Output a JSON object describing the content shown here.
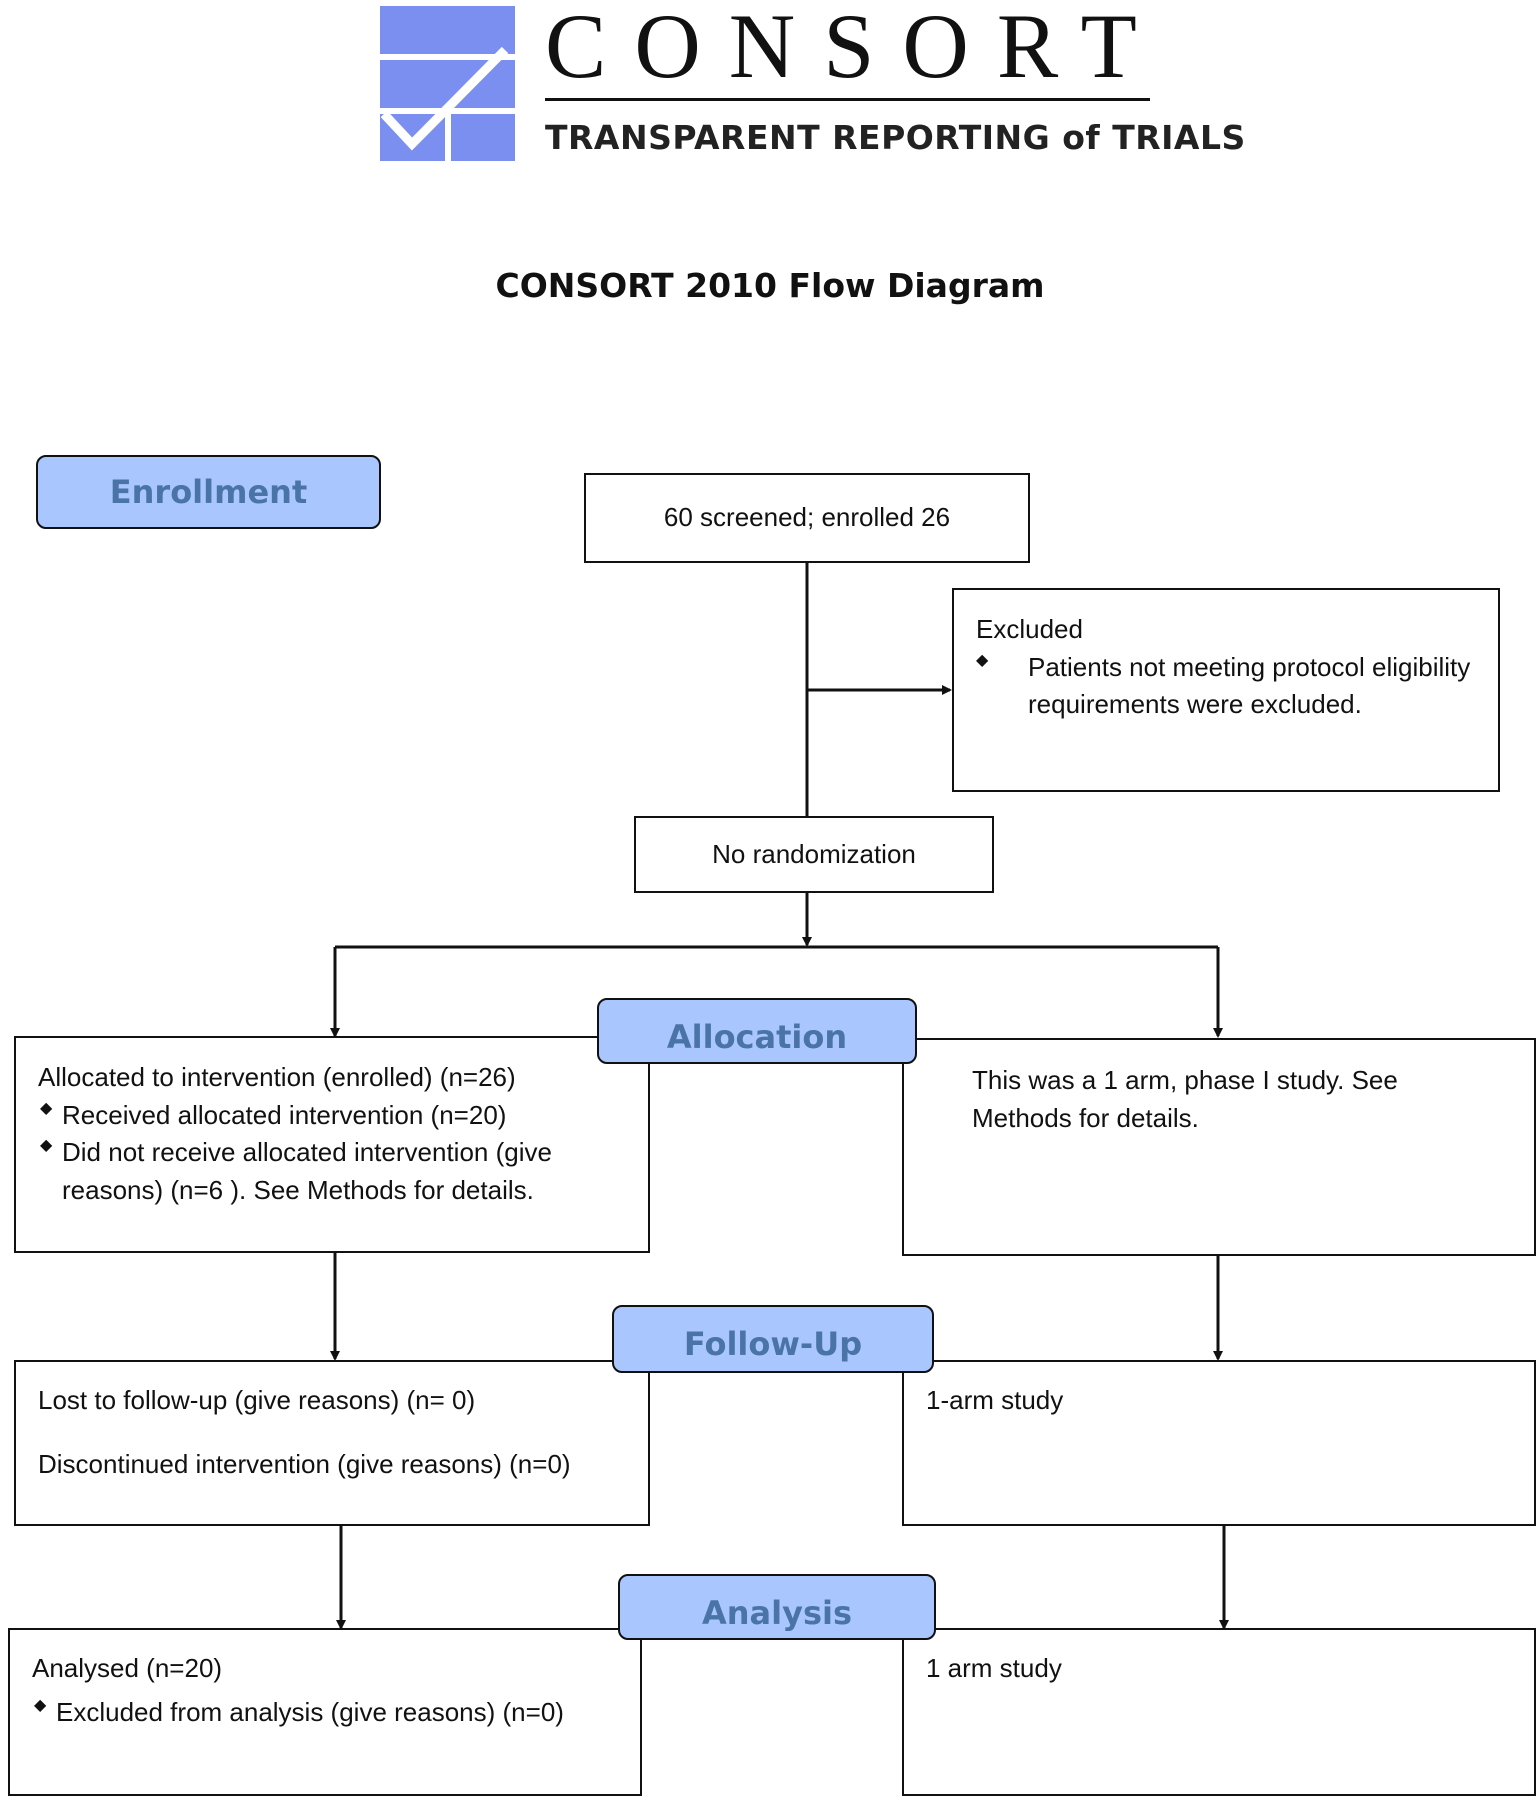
{
  "header": {
    "logo_word": "CONSORT",
    "logo_tagline": "TRANSPARENT REPORTING of TRIALS",
    "title": "CONSORT 2010 Flow Diagram"
  },
  "colors": {
    "stage_fill": "#a9c6ff",
    "stage_text": "#4a74a8",
    "logo_blue": "#7b8ff0",
    "line": "#111111"
  },
  "stages": {
    "enrollment": "Enrollment",
    "allocation": "Allocation",
    "followup": "Follow-Up",
    "analysis": "Analysis"
  },
  "enrollment": {
    "screened": "60 screened; enrolled 26",
    "excluded_title": "Excluded",
    "excluded_reason": "Patients not meeting protocol eligibility requirements were excluded.",
    "randomization": "No randomization"
  },
  "allocation": {
    "left_title": "Allocated to intervention (enrolled) (n=26)",
    "left_items": [
      "Received allocated intervention (n=20)",
      "Did not receive allocated intervention (give reasons) (n=6 ). See Methods for details."
    ],
    "right_text": "This was a 1 arm, phase I study. See Methods for details."
  },
  "followup": {
    "left_lost": "Lost to follow-up (give reasons) (n= 0)",
    "left_discontinued": "Discontinued intervention (give reasons) (n=0)",
    "right_text": "1-arm study"
  },
  "analysis": {
    "left_title": "Analysed (n=20)",
    "left_items": [
      "Excluded from analysis (give reasons) (n=0)"
    ],
    "right_text": "1 arm study"
  },
  "icons": {
    "bullet": "diamond-bullet-icon",
    "logo": "consort-check-logo-icon"
  }
}
